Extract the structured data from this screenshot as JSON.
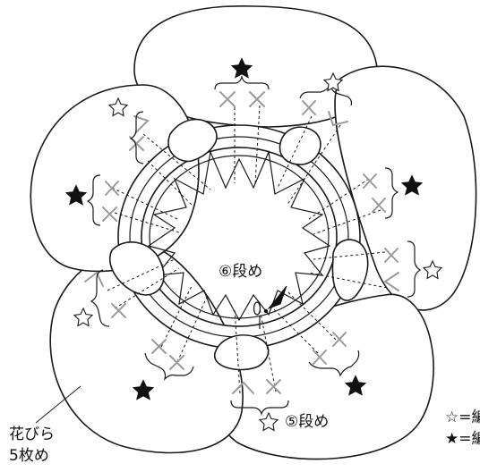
{
  "labels": {
    "round6": "⑥段め",
    "round5": "⑤段め",
    "petals_line1": "花びら",
    "petals_line2": "5枚め"
  },
  "legend": {
    "empty_star": "☆=編",
    "filled_star": "★=編"
  },
  "icons": {
    "empty_star": "star-outline-icon",
    "filled_star": "star-filled-icon",
    "arrow": "triangle-arrow-icon"
  },
  "colors": {
    "line": "#1a1a1a",
    "stitch": "#9a9a9a",
    "background": "#ffffff"
  }
}
